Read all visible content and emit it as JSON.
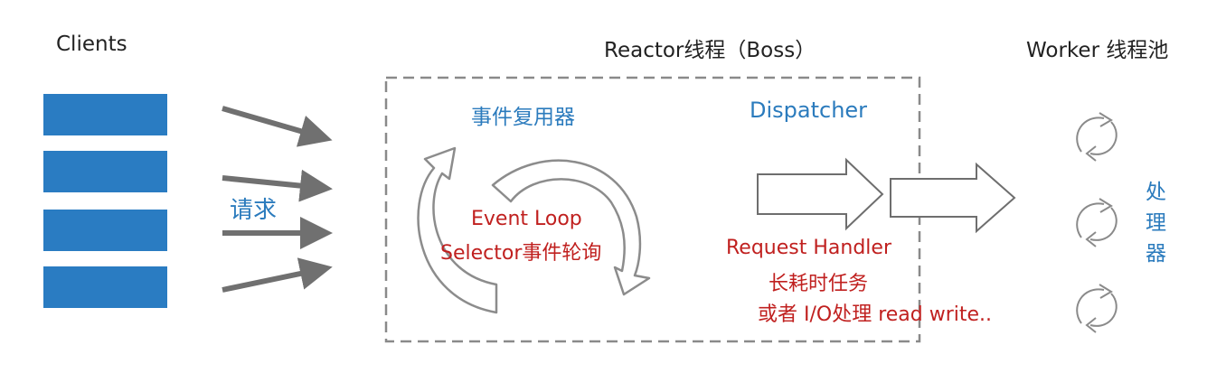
{
  "titles": {
    "clients": "Clients",
    "reactor": "Reactor线程（Boss）",
    "worker": "Worker 线程池"
  },
  "request_label": "请求",
  "reactor_box": {
    "multiplexer_label": "事件复用器",
    "dispatcher_label": "Dispatcher",
    "event_loop_line1": "Event Loop",
    "event_loop_line2": "Selector事件轮询",
    "handler_line1": "Request Handler",
    "handler_line2": "长耗时任务",
    "handler_line3": "或者 I/O处理 read write.."
  },
  "worker_label_chars": [
    "处",
    "理",
    "器"
  ],
  "colors": {
    "client_box": "#2a7cc2",
    "arrow_gray": "#707070",
    "label_blue": "#2b7bbd",
    "label_red": "#c0201f",
    "dashed_border": "#8a8a8a"
  }
}
